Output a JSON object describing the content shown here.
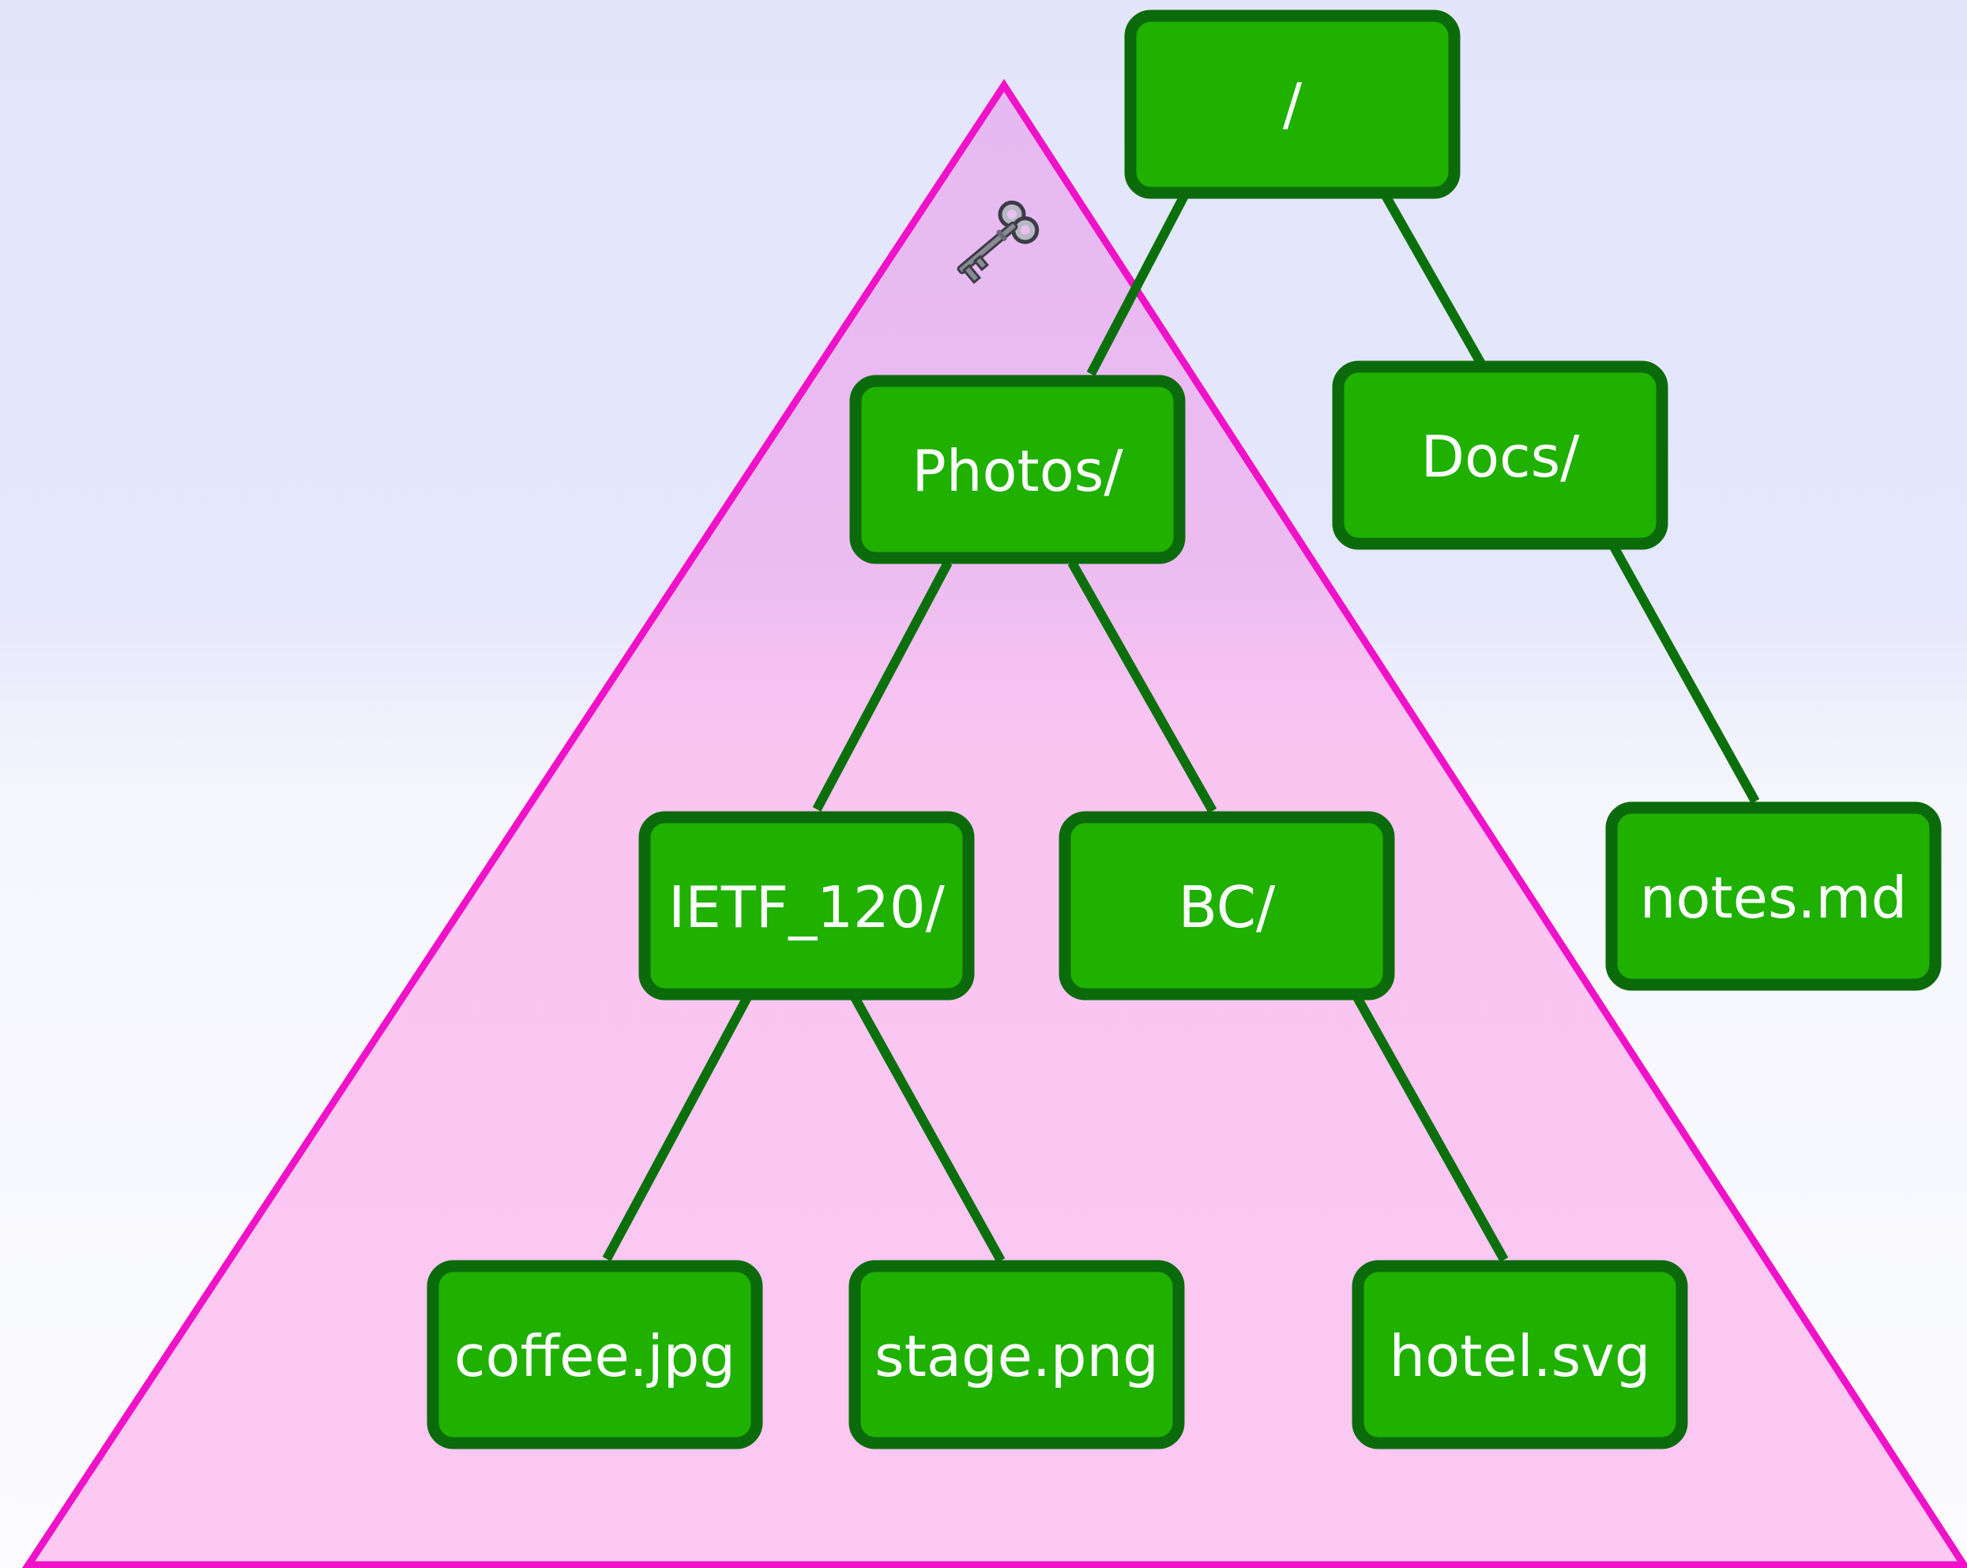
{
  "diagram": {
    "type": "file-tree",
    "nodes": [
      {
        "id": "root",
        "label": "/"
      },
      {
        "id": "photos",
        "label": "Photos/"
      },
      {
        "id": "docs",
        "label": "Docs/"
      },
      {
        "id": "ietf",
        "label": "IETF_120/"
      },
      {
        "id": "bc",
        "label": "BC/"
      },
      {
        "id": "notes",
        "label": "notes.md"
      },
      {
        "id": "coffee",
        "label": "coffee.jpg"
      },
      {
        "id": "stage",
        "label": "stage.png"
      },
      {
        "id": "hotel",
        "label": "hotel.svg"
      }
    ],
    "edges": [
      {
        "from": "root",
        "to": "photos"
      },
      {
        "from": "root",
        "to": "docs"
      },
      {
        "from": "photos",
        "to": "ietf"
      },
      {
        "from": "photos",
        "to": "bc"
      },
      {
        "from": "docs",
        "to": "notes"
      },
      {
        "from": "ietf",
        "to": "coffee"
      },
      {
        "from": "ietf",
        "to": "stage"
      },
      {
        "from": "bc",
        "to": "hotel"
      }
    ],
    "highlighted_subtree": "photos",
    "highlight_icon": "key-icon",
    "colors": {
      "node_fill": "#1fb000",
      "node_border": "#0b6b0b",
      "edge": "#0b700b",
      "triangle_fill": "#fbc6f0",
      "triangle_stroke": "#ef12c8",
      "label": "#ffffff"
    }
  }
}
